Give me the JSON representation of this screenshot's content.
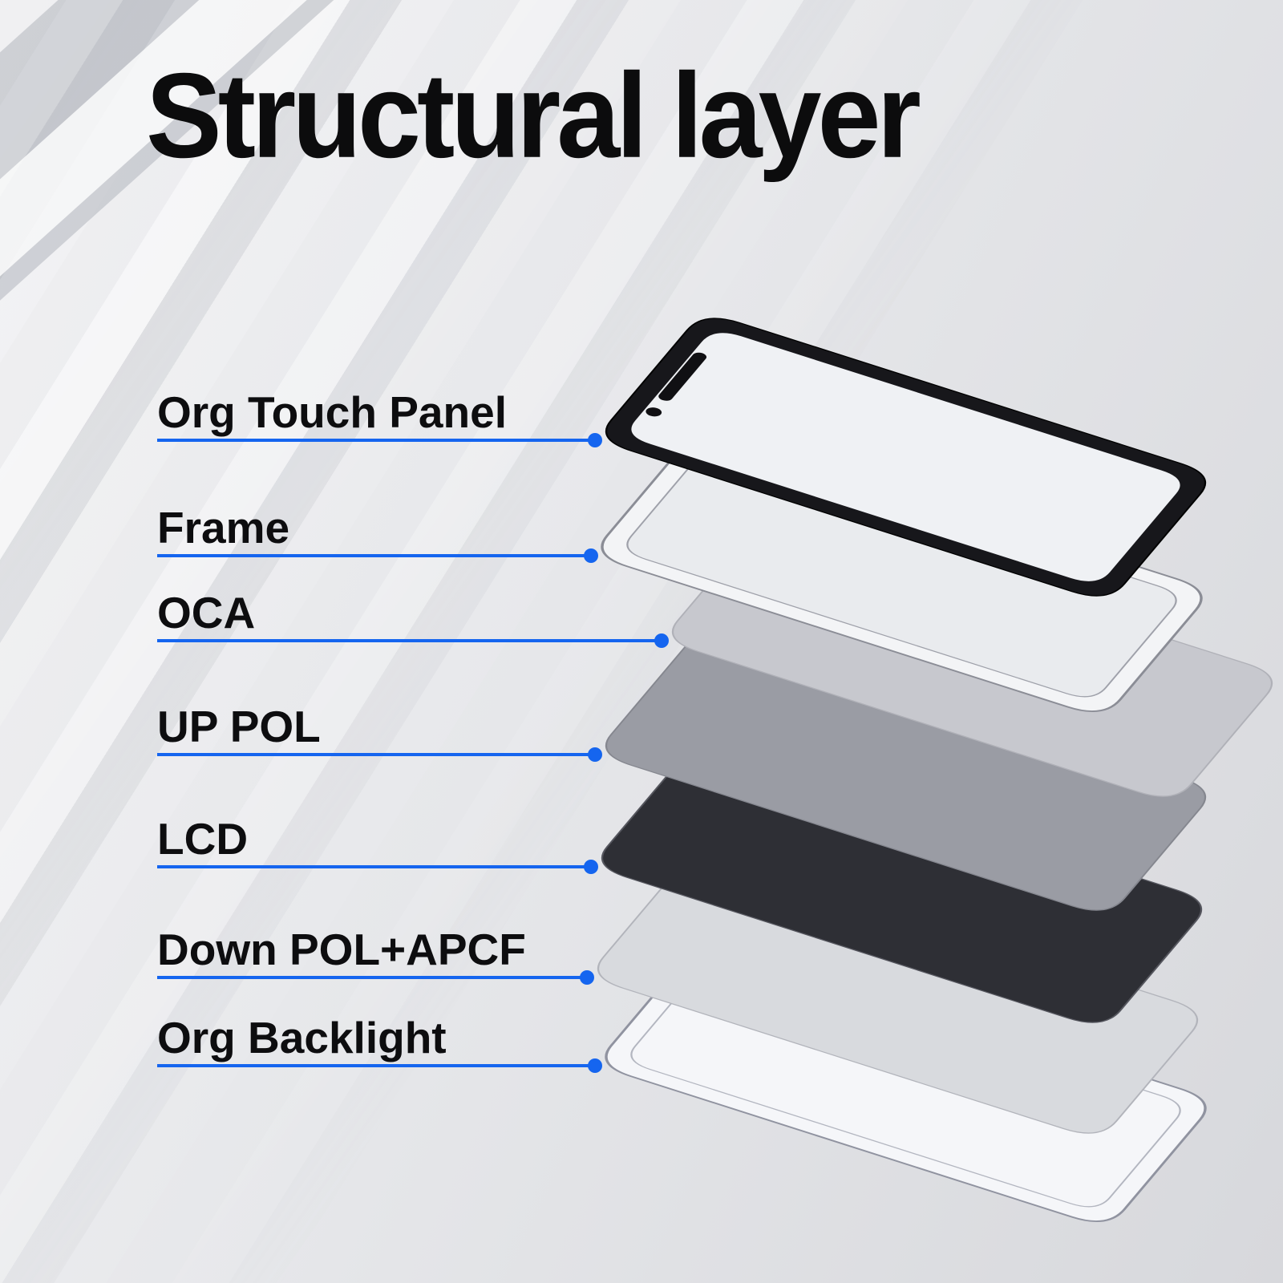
{
  "title": "Structural layer",
  "accent_color": "#1565ef",
  "labels": [
    {
      "text": "Org Touch Panel"
    },
    {
      "text": "Frame"
    },
    {
      "text": "OCA"
    },
    {
      "text": "UP POL"
    },
    {
      "text": "LCD"
    },
    {
      "text": "Down POL+APCF"
    },
    {
      "text": "Org Backlight"
    }
  ],
  "layers": [
    {
      "name": "Org Touch Panel",
      "color": "#17171b",
      "inner_color": "#eff1f4"
    },
    {
      "name": "Frame",
      "color": "#f3f4f6",
      "inner_color": "#e9ebee"
    },
    {
      "name": "OCA",
      "color": "#c7c8ce"
    },
    {
      "name": "UP POL",
      "color": "#9a9ca4"
    },
    {
      "name": "LCD",
      "color": "#2e2f35"
    },
    {
      "name": "Down POL+APCF",
      "color": "#d8dade"
    },
    {
      "name": "Org Backlight",
      "color": "#f5f6f9"
    }
  ]
}
